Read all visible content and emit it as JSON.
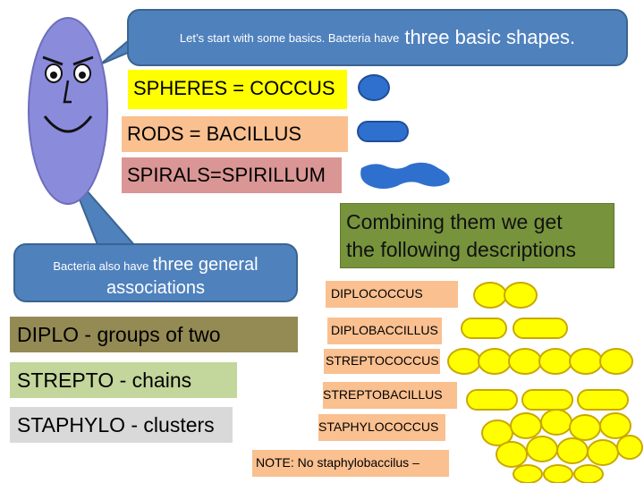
{
  "bubble_top": {
    "small_text": "Let’s start with some basics.  Bacteria have",
    "big_text": "three basic shapes."
  },
  "shapes": {
    "spheres": "SPHERES = COCCUS",
    "rods": "RODS  = BACILLUS",
    "spirals": "SPIRALS=SPIRILLUM"
  },
  "bubble_left": {
    "small_text": "Bacteria also have",
    "big_text": "three general",
    "line2": "associations"
  },
  "associations": {
    "diplo": "DIPLO  - groups of two",
    "strepto": "STREPTO - chains",
    "staphylo": "STAPHYLO - clusters"
  },
  "combine": {
    "line1": "Combining them we get",
    "line2": "the following descriptions"
  },
  "descriptions": {
    "diplococcus": "DIPLOCOCCUS",
    "diplobacillus": "DIPLOBACCILLUS",
    "streptococcus": "STREPTOCOCCUS",
    "streptobacillus": "STREPTOBACILLUS",
    "staphylococcus": "STAPHYLOCOCCUS",
    "note": "NOTE: No staphylobaccilus –"
  },
  "colors": {
    "bubble": "#4f81bd",
    "face": "#8b8bdc",
    "cell_blue": "#2f6fce",
    "cell_yellow": "#ffff00"
  }
}
